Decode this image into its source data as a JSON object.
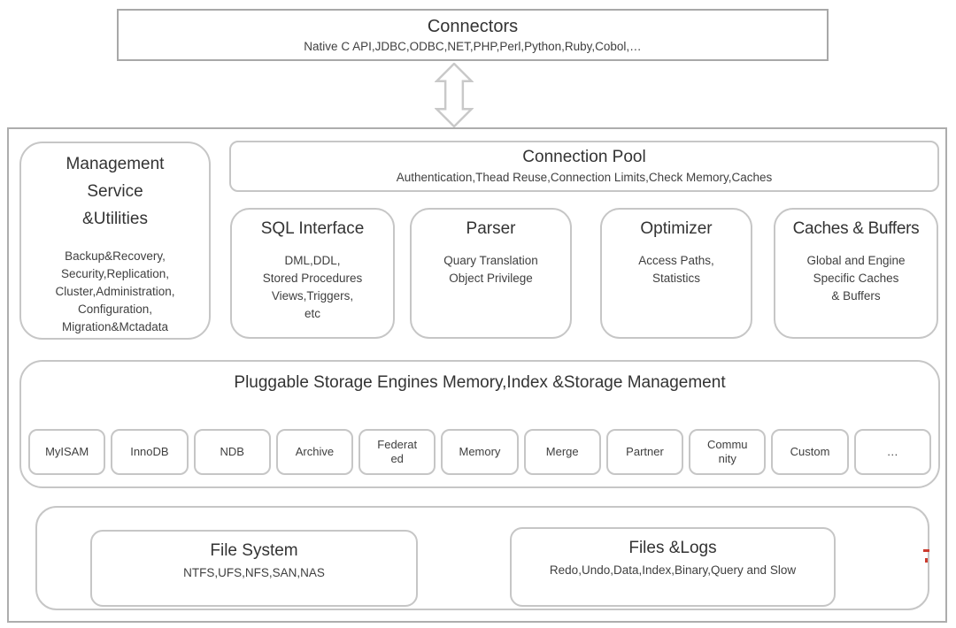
{
  "colors": {
    "outer_border": "#adadad",
    "inner_border": "#c6c6c6",
    "text": "#3a3a3a",
    "artifact_red": "#cc3b2e"
  },
  "connectors": {
    "title": "Connectors",
    "subtitle": "Native C API,JDBC,ODBC,NET,PHP,Perl,Python,Ruby,Cobol,…"
  },
  "management": {
    "title_lines": [
      "Management",
      "Service",
      "&Utilities"
    ],
    "body_lines": [
      "Backup&Recovery,",
      "Security,Replication,",
      "Cluster,Administration,",
      "Configuration,",
      "Migration&Mctadata"
    ]
  },
  "connection_pool": {
    "title": "Connection Pool",
    "subtitle": "Authentication,Thead Reuse,Connection Limits,Check Memory,Caches"
  },
  "middle_boxes": [
    {
      "title": "SQL Interface",
      "body_lines": [
        "DML,DDL,",
        "Stored Procedures",
        "Views,Triggers,",
        "etc"
      ]
    },
    {
      "title": "Parser",
      "body_lines": [
        "Quary Translation",
        "Object Privilege"
      ]
    },
    {
      "title": "Optimizer",
      "body_lines": [
        "Access Paths,",
        "Statistics"
      ]
    },
    {
      "title": "Caches & Buffers",
      "body_lines": [
        "Global and Engine",
        "Specific Caches",
        "& Buffers"
      ]
    }
  ],
  "storage": {
    "title": "Pluggable Storage Engines Memory,Index &Storage Management",
    "engines": [
      "MyISAM",
      "InnoDB",
      "NDB",
      "Archive",
      "Federat\ned",
      "Memory",
      "Merge",
      "Partner",
      "Commu\nnity",
      "Custom",
      "…"
    ]
  },
  "bottom": {
    "file_system": {
      "title": "File System",
      "subtitle": "NTFS,UFS,NFS,SAN,NAS"
    },
    "files_logs": {
      "title": "Files &Logs",
      "subtitle": "Redo,Undo,Data,Index,Binary,Query and Slow"
    }
  }
}
